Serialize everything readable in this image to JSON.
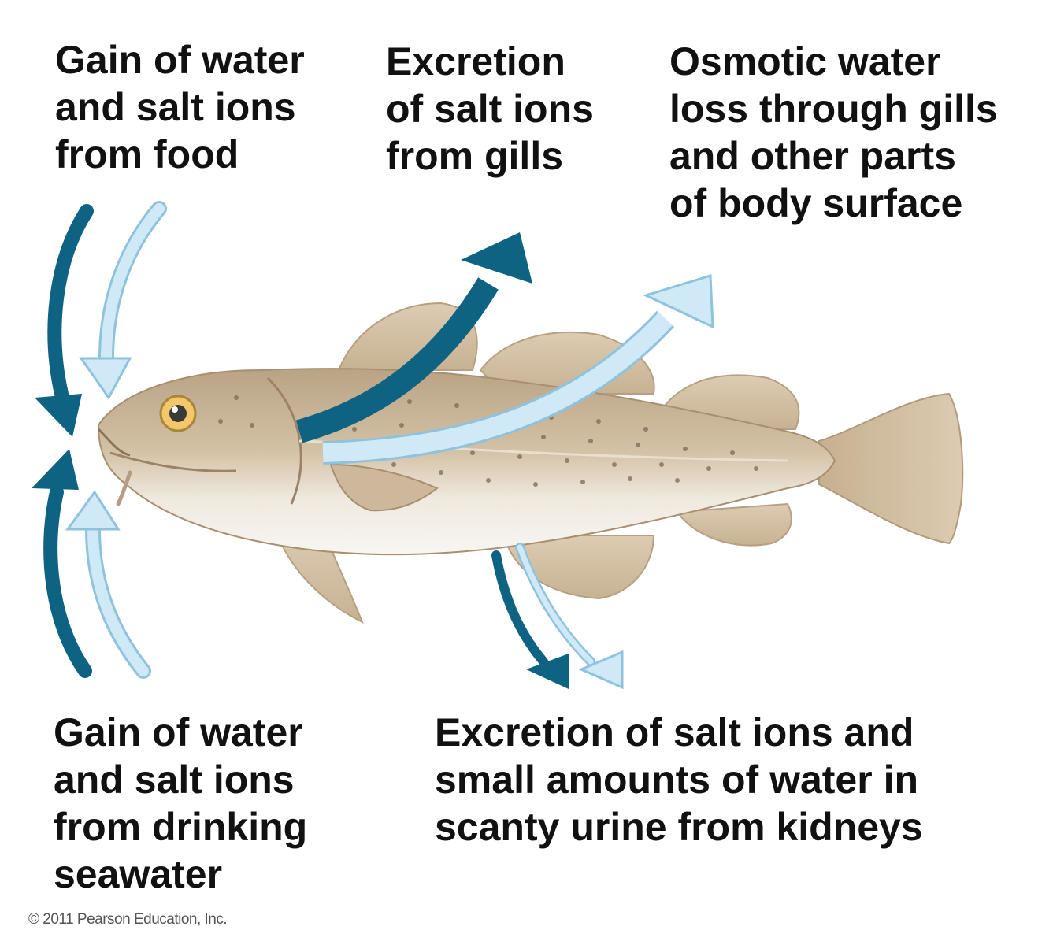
{
  "labels": {
    "food": "Gain of water\nand salt ions\nfrom food",
    "gills": "Excretion\nof salt ions\nfrom gills",
    "osmotic": "Osmotic water\nloss through gills\nand other parts\nof body surface",
    "drink": "Gain of water\nand salt ions\nfrom drinking\nseawater",
    "urine": "Excretion of salt ions and\nsmall amounts of water in\nscanty urine from kidneys"
  },
  "copyright": "© 2011 Pearson Education, Inc.",
  "colors": {
    "salt_ion_arrow": "#0e6382",
    "water_arrow": "#cfe9f6",
    "water_arrow_edge": "#8fc3dd",
    "fish_body": "#c9b59a",
    "fish_belly": "#f3f1ec",
    "fish_fin": "#d6c4aa",
    "fish_spots": "#7d6d5c"
  }
}
